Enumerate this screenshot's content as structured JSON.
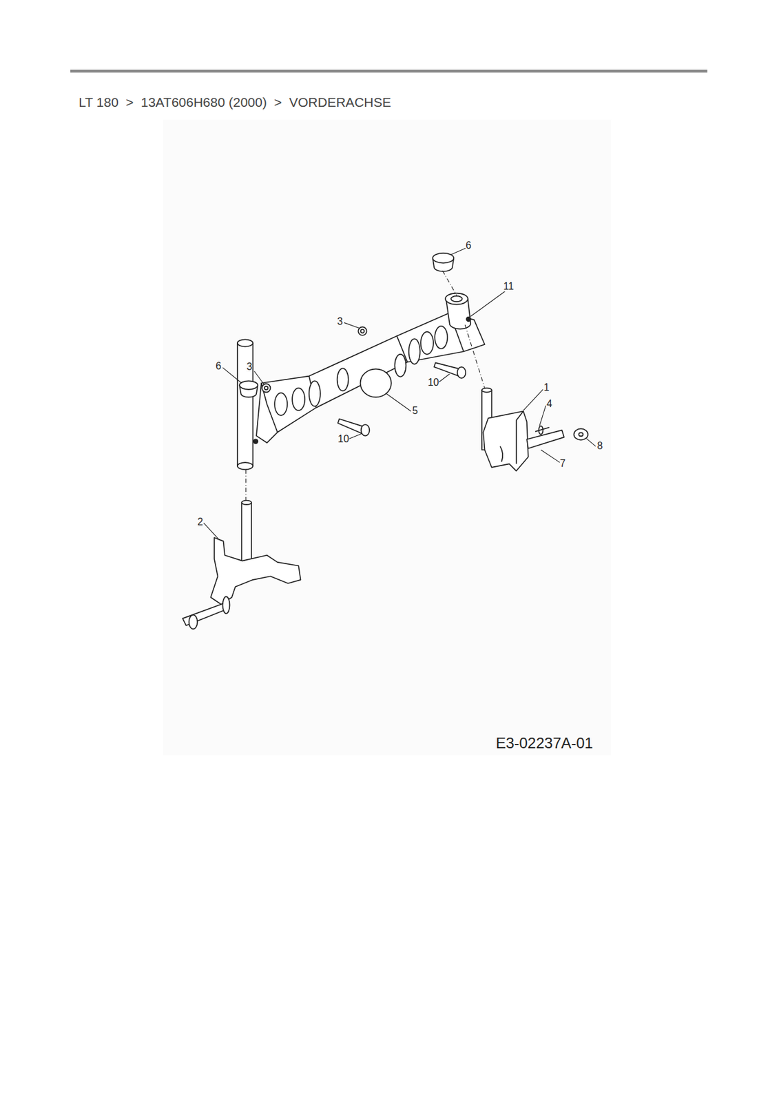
{
  "diagram": {
    "title": "LT 180  >  13AT606H680 (2000)  >  VORDERACHSE",
    "labels": [
      "6",
      "11",
      "3",
      "6",
      "3",
      "1",
      "4",
      "10",
      "5",
      "10",
      "8",
      "7",
      "2",
      "E3-02237A-01"
    ]
  }
}
